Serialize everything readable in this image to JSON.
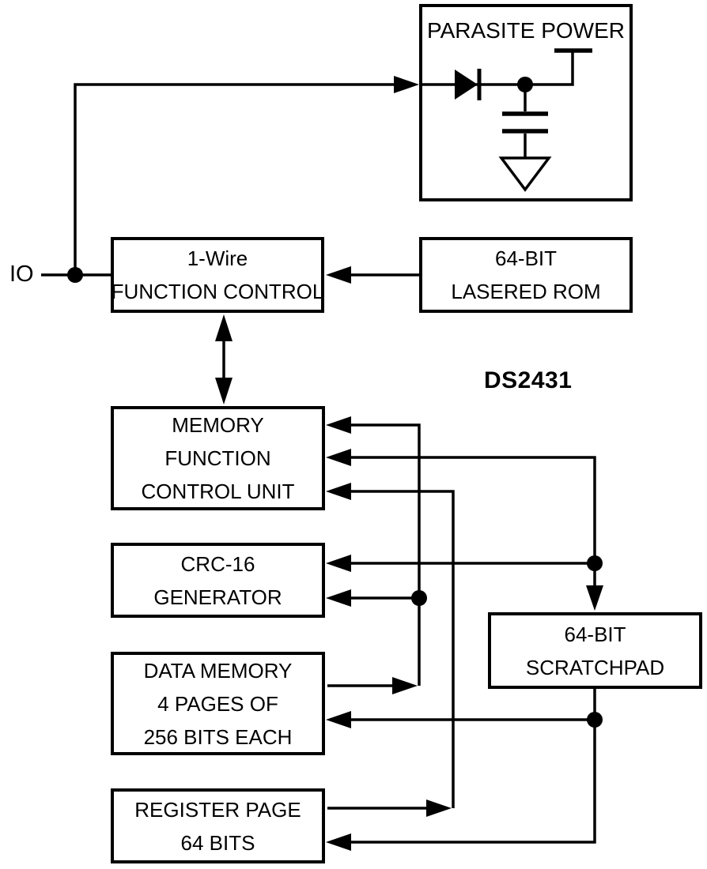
{
  "diagram": {
    "io_label": "IO",
    "part_label": "DS2431",
    "colors": {
      "ink": "#000000",
      "background": "#ffffff"
    },
    "boxes": {
      "parasite_power": {
        "lines": [
          "PARASITE POWER"
        ],
        "symbols": [
          "diode",
          "capacitor",
          "ground",
          "power-supply"
        ]
      },
      "one_wire_function_control": {
        "lines": [
          "1-Wire",
          "FUNCTION CONTROL"
        ]
      },
      "lasered_rom": {
        "lines": [
          "64-BIT",
          "LASERED ROM"
        ]
      },
      "memory_function_control_unit": {
        "lines": [
          "MEMORY",
          "FUNCTION",
          "CONTROL UNIT"
        ]
      },
      "crc16_generator": {
        "lines": [
          "CRC-16",
          "GENERATOR"
        ]
      },
      "data_memory": {
        "lines": [
          "DATA MEMORY",
          "4 PAGES OF",
          "256 BITS EACH"
        ]
      },
      "register_page": {
        "lines": [
          "REGISTER PAGE",
          "64 BITS"
        ]
      },
      "scratchpad": {
        "lines": [
          "64-BIT",
          "SCRATCHPAD"
        ]
      }
    }
  }
}
